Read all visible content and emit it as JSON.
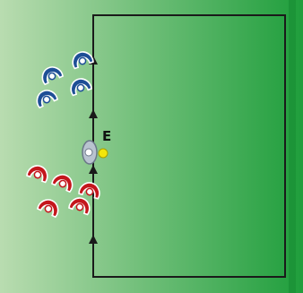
{
  "diagram": {
    "colors": {
      "grass_light": "#b9dcb0",
      "grass_dark": "#1f9e3c",
      "pitch_line": "#1a1a1a",
      "team_blue": "#1e4f96",
      "team_red": "#c4161c",
      "coach_body": "#b9c3d0",
      "ball": "#f4e60a"
    },
    "coach": {
      "label": "E",
      "icon": "coach-with-ball"
    },
    "arrows": {
      "count": 4,
      "icon": "up-arrow"
    },
    "teams": [
      {
        "name": "blue",
        "players": 4,
        "icon": "player-icon"
      },
      {
        "name": "red",
        "players": 5,
        "icon": "player-icon"
      }
    ]
  }
}
